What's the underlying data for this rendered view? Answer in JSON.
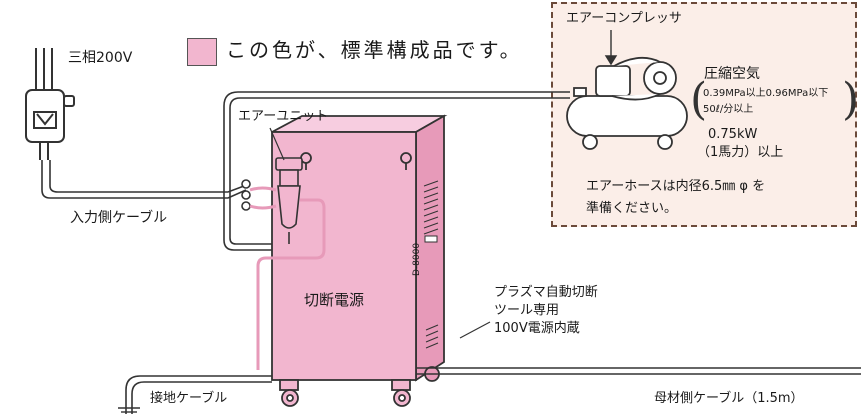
{
  "legend": {
    "text": "この色が、標準構成品です。",
    "color": "#f2b6cf"
  },
  "power_input": {
    "label": "三相200V"
  },
  "input_cable": {
    "label": "入力側ケーブル"
  },
  "air_unit": {
    "label": "エアーユニット"
  },
  "power_source": {
    "label": "切断電源",
    "model": "D-8000"
  },
  "compressor": {
    "title": "エアーコンプレッサ",
    "air_label": "圧縮空気",
    "pressure_range": "0.39MPa以上0.96MPa以下",
    "flow": "50ℓ/分以上",
    "power": "0.75kW",
    "horsepower": "（1馬力）以上",
    "hose_note_line1": "エアーホースは内径6.5㎜ φ を",
    "hose_note_line2": "準備ください。"
  },
  "tool_supply": {
    "line1": "プラズマ自動切断",
    "line2": "ツール専用",
    "line3": "100V電源内蔵"
  },
  "ground_cable": {
    "label": "接地ケーブル"
  },
  "base_cable": {
    "label": "母材側ケーブル（1.5m）"
  },
  "colors": {
    "pink": "#f2b6cf",
    "pink_dark": "#e79ab9",
    "outline": "#333333",
    "compressor_border": "#6b4a3a",
    "compressor_fill": "#fbeee8"
  }
}
